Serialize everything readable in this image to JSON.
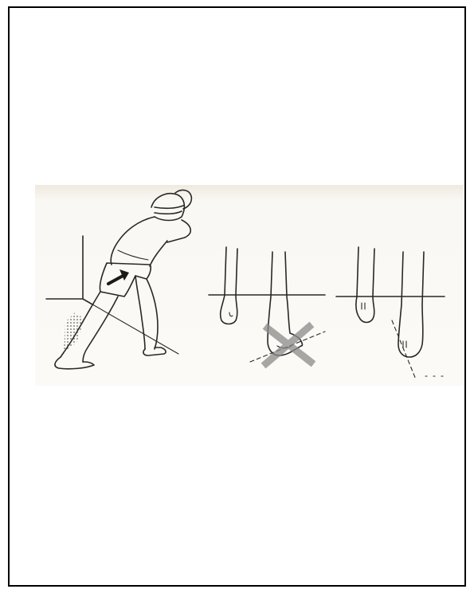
{
  "page": {
    "frame_color": "#000000",
    "background": "#ffffff"
  },
  "illustration": {
    "icon": "calf-stretch-illustration",
    "paper_color": "#faf8f4",
    "ink_color": "#2a2826",
    "cross_color": "#8a8a8a",
    "panels": [
      {
        "name": "wall-calf-stretch",
        "icon": "stretching-person-icon"
      },
      {
        "name": "incorrect-foot-position",
        "icon": "crossed-out-feet-icon",
        "marked_wrong": true
      },
      {
        "name": "correct-foot-position",
        "icon": "aligned-feet-icon",
        "marked_wrong": false
      }
    ]
  }
}
